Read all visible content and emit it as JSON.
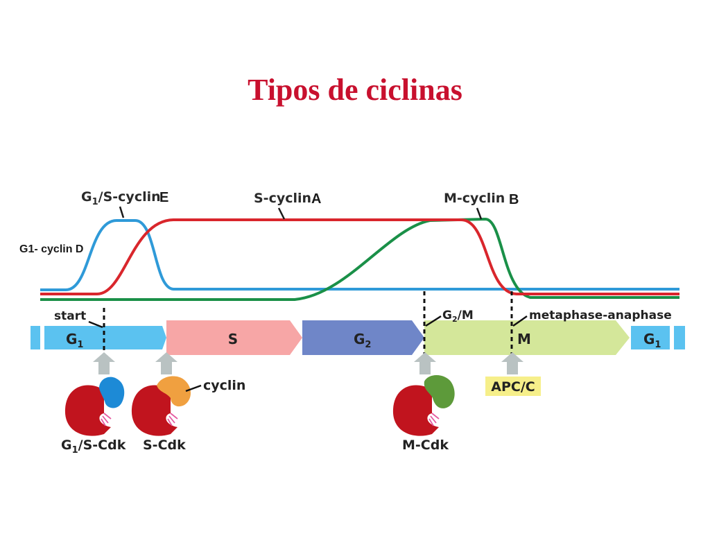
{
  "title": "Tipos de ciclinas",
  "colors": {
    "title": "#c8102e",
    "g1s_curve": "#2f9ad8",
    "s_curve": "#d9262c",
    "m_curve": "#1a9048",
    "phase_g1": "#5bc2f0",
    "phase_s": "#f7a6a6",
    "phase_g2": "#6f86c8",
    "phase_m": "#d4e79a",
    "arrow_up": "#b9c2c2",
    "cdk": "#c1141e",
    "cyclin_g1s": "#1d8ad6",
    "cyclin_s": "#f0a040",
    "cyclin_m": "#5d9a3a",
    "apc_box": "#f6ef8a"
  },
  "curve_labels": {
    "g1s_main": "G",
    "g1s_sub": "1",
    "g1s_rest": "/S-cyclin",
    "g1s_letter": "E",
    "s_main": "S-cyclin",
    "s_letter": "A",
    "m_main": "M-cyclin",
    "m_letter": "B",
    "g1d": "G1- cyclin D"
  },
  "checkpoints": {
    "start": "start",
    "g2m_main": "G",
    "g2m_sub": "2",
    "g2m_rest": "/M",
    "meta": "metaphase-anaphase"
  },
  "phases": {
    "g1_main": "G",
    "g1_sub": "1",
    "s": "S",
    "g2_main": "G",
    "g2_sub": "2",
    "m": "M",
    "g1_end_main": "G",
    "g1_end_sub": "1"
  },
  "complexes": {
    "g1s_main": "G",
    "g1s_sub": "1",
    "g1s_rest": "/S-Cdk",
    "s": "S-Cdk",
    "m": "M-Cdk",
    "cyclin": "cyclin",
    "apc": "APC/C"
  }
}
